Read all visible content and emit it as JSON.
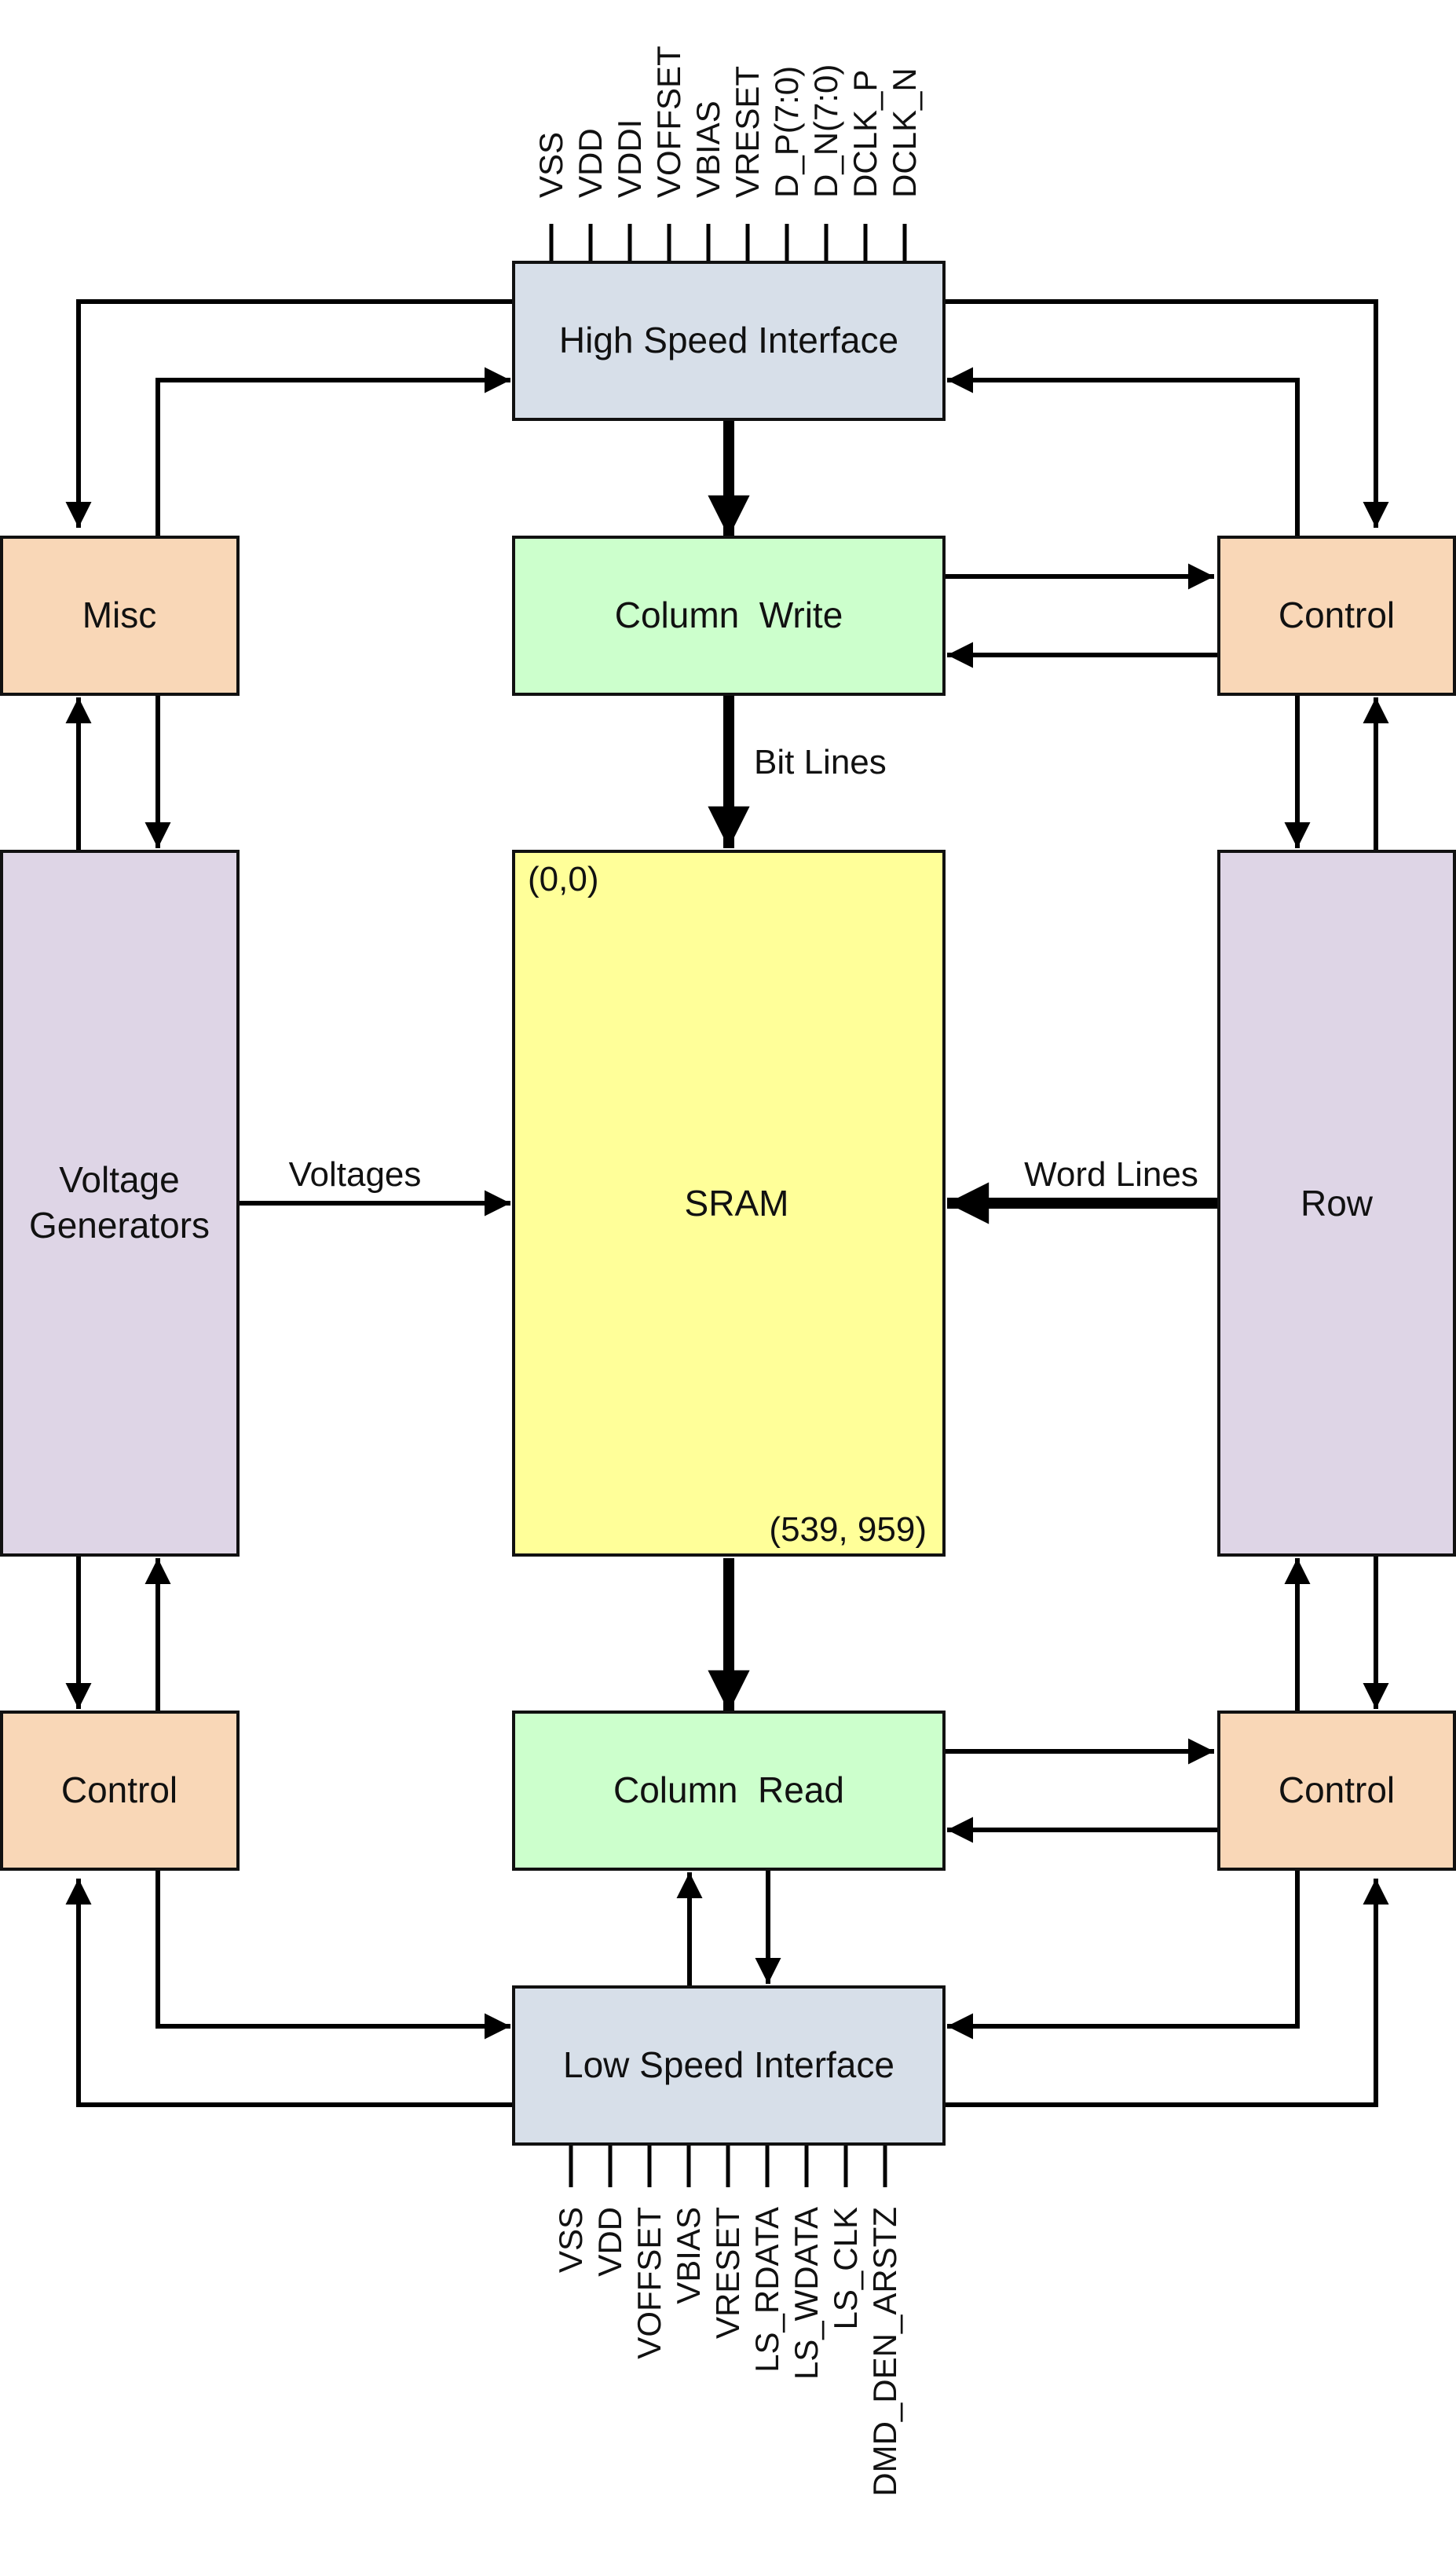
{
  "colors": {
    "interface_fill": "#d7dfe9",
    "column_fill": "#ccffcc",
    "control_fill": "#f9d7b7",
    "generator_fill": "#ded5e6",
    "sram_fill": "#ffff99",
    "line": "#000000"
  },
  "blocks": {
    "high_speed_interface": "High Speed Interface",
    "column_write": "Column  Write",
    "column_read": "Column  Read",
    "low_speed_interface": "Low Speed Interface",
    "misc": "Misc",
    "control_top_right": "Control",
    "control_bottom_left": "Control",
    "control_bottom_right": "Control",
    "voltage_generators_line1": "Voltage",
    "voltage_generators_line2": "Generators",
    "row": "Row",
    "sram": "SRAM"
  },
  "sram_corners": {
    "top_left": "(0,0)",
    "bottom_right": "(539, 959)"
  },
  "signals": {
    "bit_lines": "Bit Lines",
    "voltages": "Voltages",
    "word_lines": "Word Lines"
  },
  "top_pins": [
    "VSS",
    "VDD",
    "VDDI",
    "VOFFSET",
    "VBIAS",
    "VRESET",
    "D_P(7:0)",
    "D_N(7:0)",
    "DCLK_P",
    "DCLK_N"
  ],
  "bottom_pins": [
    "VSS",
    "VDD",
    "VOFFSET",
    "VBIAS",
    "VRESET",
    "LS_RDATA",
    "LS_WDATA",
    "LS_CLK",
    "DMD_DEN_ARSTZ"
  ]
}
